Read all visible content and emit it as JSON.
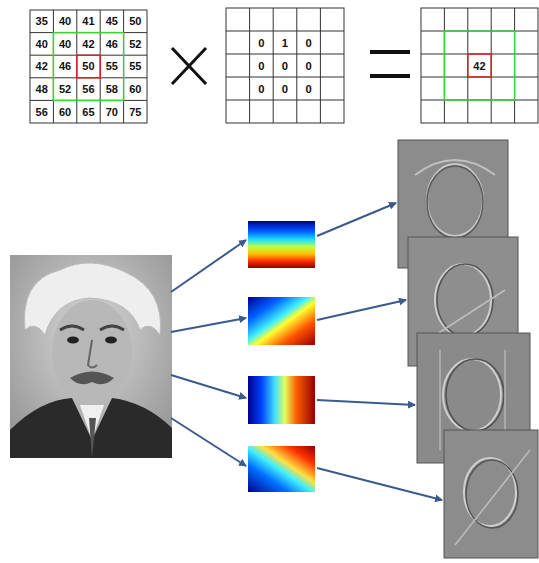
{
  "diagram": {
    "labels": [
      "35",
      "40",
      "41",
      "45",
      "50",
      "40",
      "40",
      "42",
      "46",
      "52",
      "42",
      "46",
      "50",
      "55",
      "55",
      "48",
      "52",
      "56",
      "58",
      "60",
      "56",
      "60",
      "65",
      "70",
      "75",
      "0",
      "1",
      "0",
      "0",
      "0",
      "0",
      "0",
      "0",
      "0",
      "42"
    ]
  }
}
